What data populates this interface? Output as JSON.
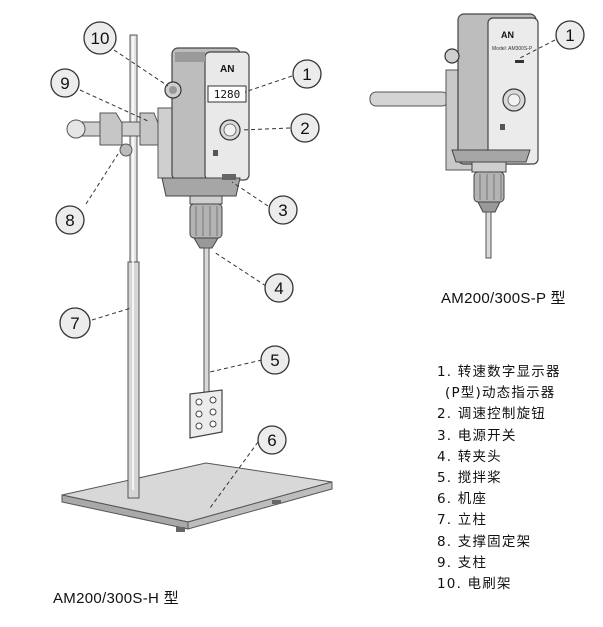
{
  "captions": {
    "h_model": "AM200/300S-H 型",
    "p_model": "AM200/300S-P 型"
  },
  "display_reading": "1280",
  "device_brand": "AN",
  "device_model_label": "Model: AM300S-P",
  "callouts": [
    "1",
    "2",
    "3",
    "4",
    "5",
    "6",
    "7",
    "8",
    "9",
    "10",
    "1"
  ],
  "legend": [
    {
      "text": "1. 转速数字显示器"
    },
    {
      "text": "(P型)动态指示器"
    },
    {
      "text": "2. 调速控制旋钮"
    },
    {
      "text": "3. 电源开关"
    },
    {
      "text": "4. 转夹头"
    },
    {
      "text": "5. 搅拌桨"
    },
    {
      "text": "6. 机座"
    },
    {
      "text": "7. 立柱"
    },
    {
      "text": "8. 支撑固定架"
    },
    {
      "text": "9. 支柱"
    },
    {
      "text": "10. 电刷架"
    }
  ]
}
